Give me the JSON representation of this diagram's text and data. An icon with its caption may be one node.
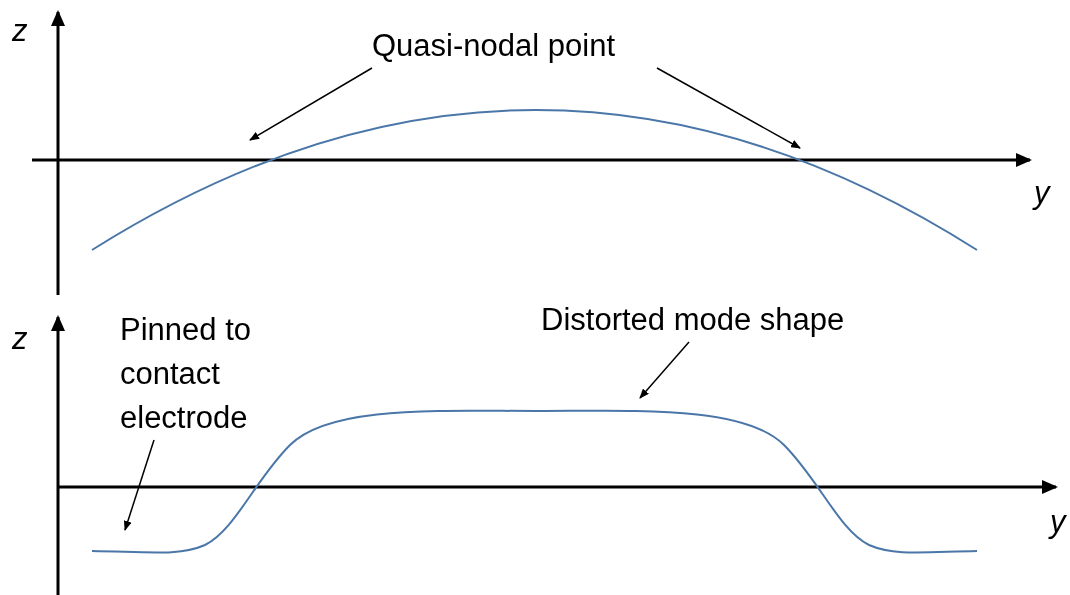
{
  "diagram": {
    "nodes": [
      {
        "text": [
          "Quasi-nodal point"
        ]
      },
      {
        "text": [
          "Pinned to contact electrode"
        ]
      },
      {
        "text": [
          "Distorted mode shape"
        ]
      }
    ],
    "edges": [
      {
        "from": 0,
        "to": null,
        "arrow": "to"
      },
      {
        "from": 0,
        "to": null,
        "arrow": "to"
      },
      {
        "from": 1,
        "to": null,
        "arrow": "to"
      },
      {
        "from": 2,
        "to": null,
        "arrow": "to"
      }
    ],
    "labels": [
      "z",
      "y",
      "z",
      "y"
    ]
  }
}
